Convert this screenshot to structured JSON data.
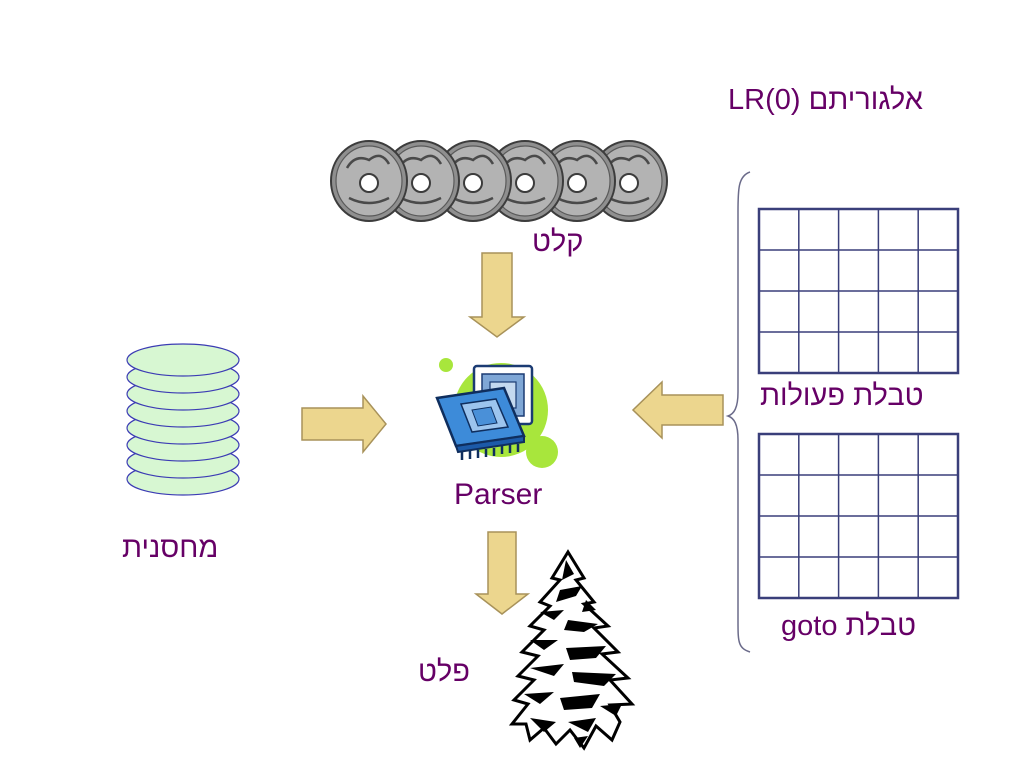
{
  "title": "אלגוריתם LR(0)",
  "labels": {
    "input": "קלט",
    "parser": "Parser",
    "stack": "מחסנית",
    "action_table": "טבלת פעולות",
    "goto_table": "טבלת goto",
    "output": "פלט"
  },
  "colors": {
    "text": "#660066",
    "arrow_fill": "#ecd68e",
    "arrow_stroke": "#a8925a",
    "table_grid": "#3a3f7a",
    "stack_fill": "#d7f7d2",
    "stack_stroke": "#3c3cb4"
  },
  "tables": {
    "rows": 4,
    "cols": 5
  },
  "stack_disks": 8,
  "coins": 6,
  "icons": {
    "input": "coins-icon",
    "parser": "chip-icon",
    "output": "tree-icon"
  }
}
